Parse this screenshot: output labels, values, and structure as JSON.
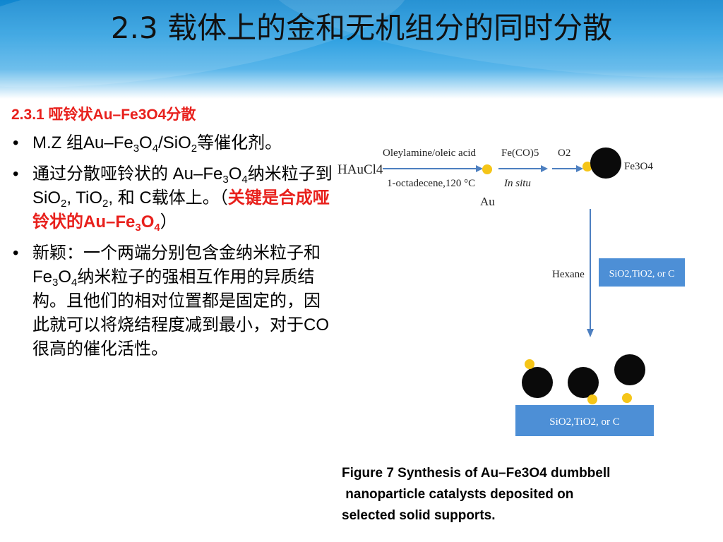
{
  "title": "2.3 载体上的金和无机组分的同时分散",
  "subtitle": "2.3.1 哑铃状Au–Fe3O4分散",
  "bullets": {
    "b1": {
      "t1": "M.Z 组Au–Fe",
      "s1": "3",
      "t2": "O",
      "s2": "4",
      "t3": "/SiO",
      "s3": "2",
      "t4": "等催化剂。"
    },
    "b2": {
      "t1": "通过分散哑铃状的 Au–Fe",
      "s1": "3",
      "t2": "O",
      "s2": "4",
      "t3": "纳米粒子到SiO",
      "s3": "2",
      "t4": ", TiO",
      "s4": "2",
      "t5": ", 和 C载体上。（",
      "r1": "关键是合成哑铃状的Au–Fe",
      "rs1": "3",
      "r2": "O",
      "rs2": "4",
      "t6": "）"
    },
    "b3": {
      "t1": "新颖：一个两端分别包含金纳米粒子和Fe",
      "s1": "3",
      "t2": "O",
      "s2": "4",
      "t3": "纳米粒子的强相互作用的异质结构。且他们的相对位置都是固定的，因此就可以将烧结程度减到最小，对于CO 很高的催化活性。"
    }
  },
  "diagram": {
    "reactant": "HAuCl4",
    "step1_top": "Oleylamine/oleic acid",
    "step1_bottom": "1-octadecene,120 °C",
    "au_label": "Au",
    "step2_top": "Fe(CO)5",
    "step2_bottom": "In situ",
    "step3_top": "O2",
    "product_label": "Fe3O4",
    "vertical_label": "Hexane",
    "support_box": "SiO2,TiO2, or C",
    "support_bar": "SiO2,TiO2, or C"
  },
  "caption": {
    "line1": "Figure 7 Synthesis of Au–Fe3O4 dumbbell",
    "line2": " nanoparticle catalysts deposited on",
    "line3": "selected solid supports."
  },
  "colors": {
    "header": "#1a8fd6",
    "accent_red": "#e8201c",
    "support_blue": "#4d8fd6",
    "gold": "#f5c518",
    "particle_black": "#0a0a0a"
  }
}
